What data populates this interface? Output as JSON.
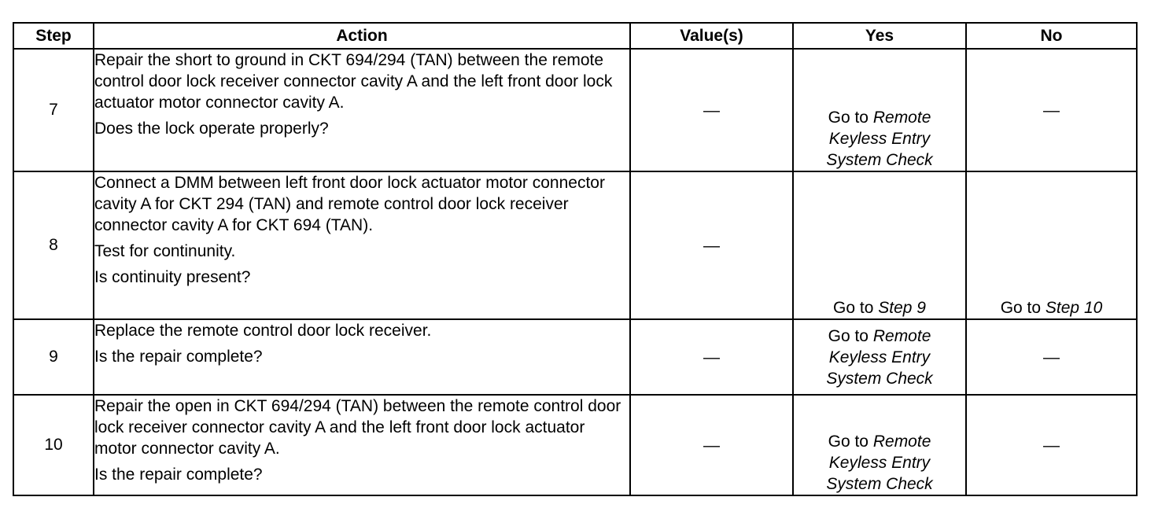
{
  "headers": {
    "step": "Step",
    "action": "Action",
    "values": "Value(s)",
    "yes": "Yes",
    "no": "No"
  },
  "rows": [
    {
      "step": "7",
      "action": [
        "Repair the short to ground in CKT 694/294 (TAN) between the remote control door lock receiver connector cavity A and the left front door lock actuator motor connector cavity A.",
        "Does the lock operate properly?"
      ],
      "values": "—",
      "yes": {
        "prefix": "Go to",
        "ref_lines": [
          "Remote",
          "Keyless Entry",
          "System Check"
        ]
      },
      "no": "—"
    },
    {
      "step": "8",
      "action": [
        "Connect a DMM between left front door lock actuator motor connector cavity A for CKT 294 (TAN) and remote control door lock receiver connector cavity A for CKT 694 (TAN).",
        "Test for continunity.",
        "Is continuity present?"
      ],
      "values": "—",
      "yes": {
        "prefix": "Go to",
        "ref": "Step 9"
      },
      "no": {
        "prefix": "Go to",
        "ref": "Step 10"
      }
    },
    {
      "step": "9",
      "action": [
        "Replace the remote control door lock receiver.",
        "Is the repair complete?"
      ],
      "values": "—",
      "yes": {
        "prefix": "Go to",
        "ref_lines": [
          "Remote",
          "Keyless Entry",
          "System Check"
        ]
      },
      "no": "—"
    },
    {
      "step": "10",
      "action": [
        "Repair the open in CKT 694/294 (TAN) between the remote control door lock receiver connector cavity A and the left front door lock actuator motor connector cavity A.",
        "Is the repair complete?"
      ],
      "values": "—",
      "yes": {
        "prefix": "Go to",
        "ref_lines": [
          "Remote",
          "Keyless Entry",
          "System Check"
        ]
      },
      "no": "—"
    }
  ]
}
